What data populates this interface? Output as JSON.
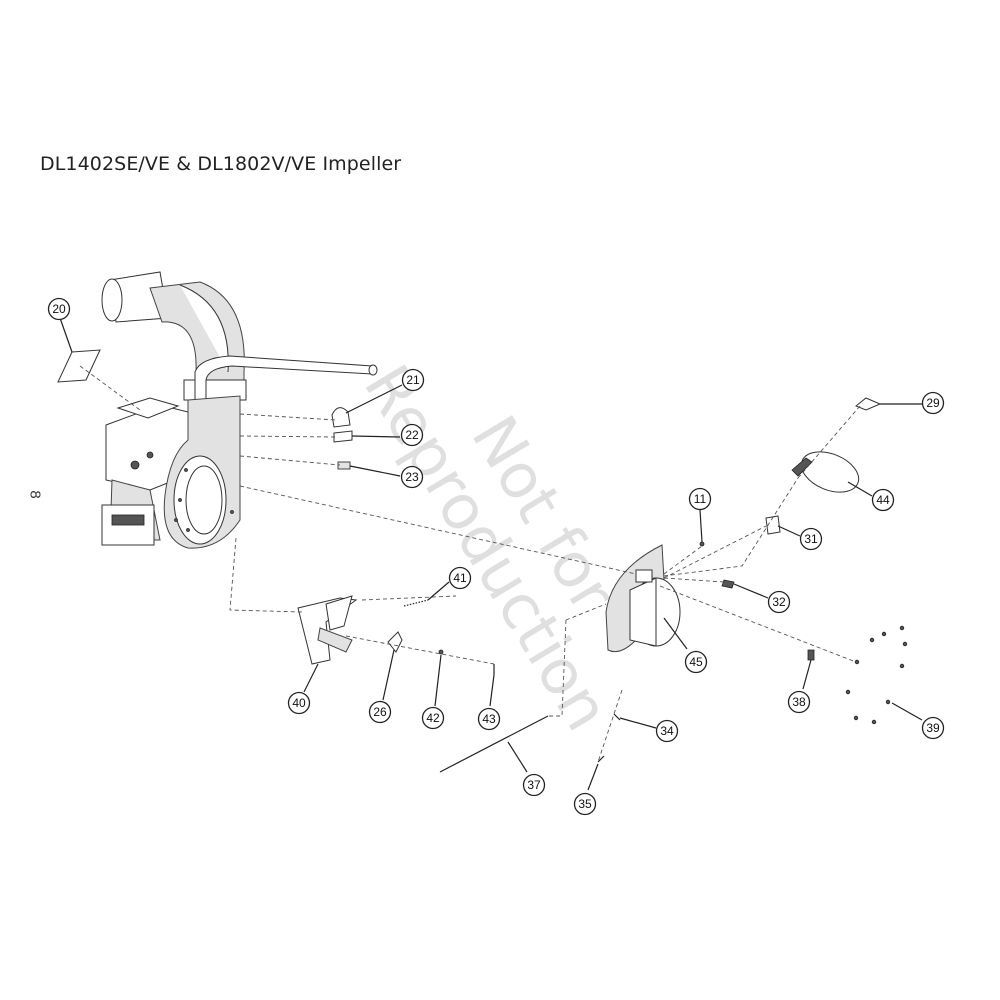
{
  "title": "DL1402SE/VE & DL1802V/VE Impeller",
  "page_number": "8",
  "watermark": "Not for\nReproduction",
  "callouts": [
    "20",
    "21",
    "22",
    "23",
    "29",
    "44",
    "11",
    "31",
    "32",
    "41",
    "40",
    "26",
    "42",
    "43",
    "45",
    "38",
    "39",
    "34",
    "37",
    "35"
  ]
}
